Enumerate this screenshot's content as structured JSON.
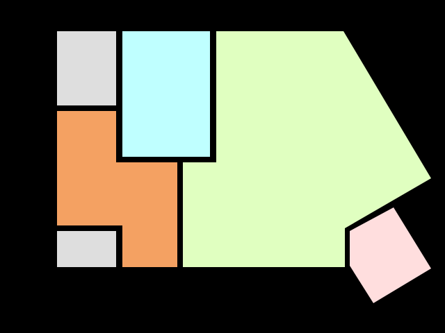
{
  "canvas": {
    "background": "#000000"
  },
  "rooms": [
    {
      "id": "room-gray-top-left",
      "fill": "#dedede"
    },
    {
      "id": "room-cyan",
      "fill": "#bfffff"
    },
    {
      "id": "room-lime",
      "fill": "#e0ffc0"
    },
    {
      "id": "room-orange",
      "fill": "#f4a162"
    },
    {
      "id": "room-gray-bottom-left",
      "fill": "#dedede"
    },
    {
      "id": "room-pink",
      "fill": "#ffdede"
    }
  ]
}
